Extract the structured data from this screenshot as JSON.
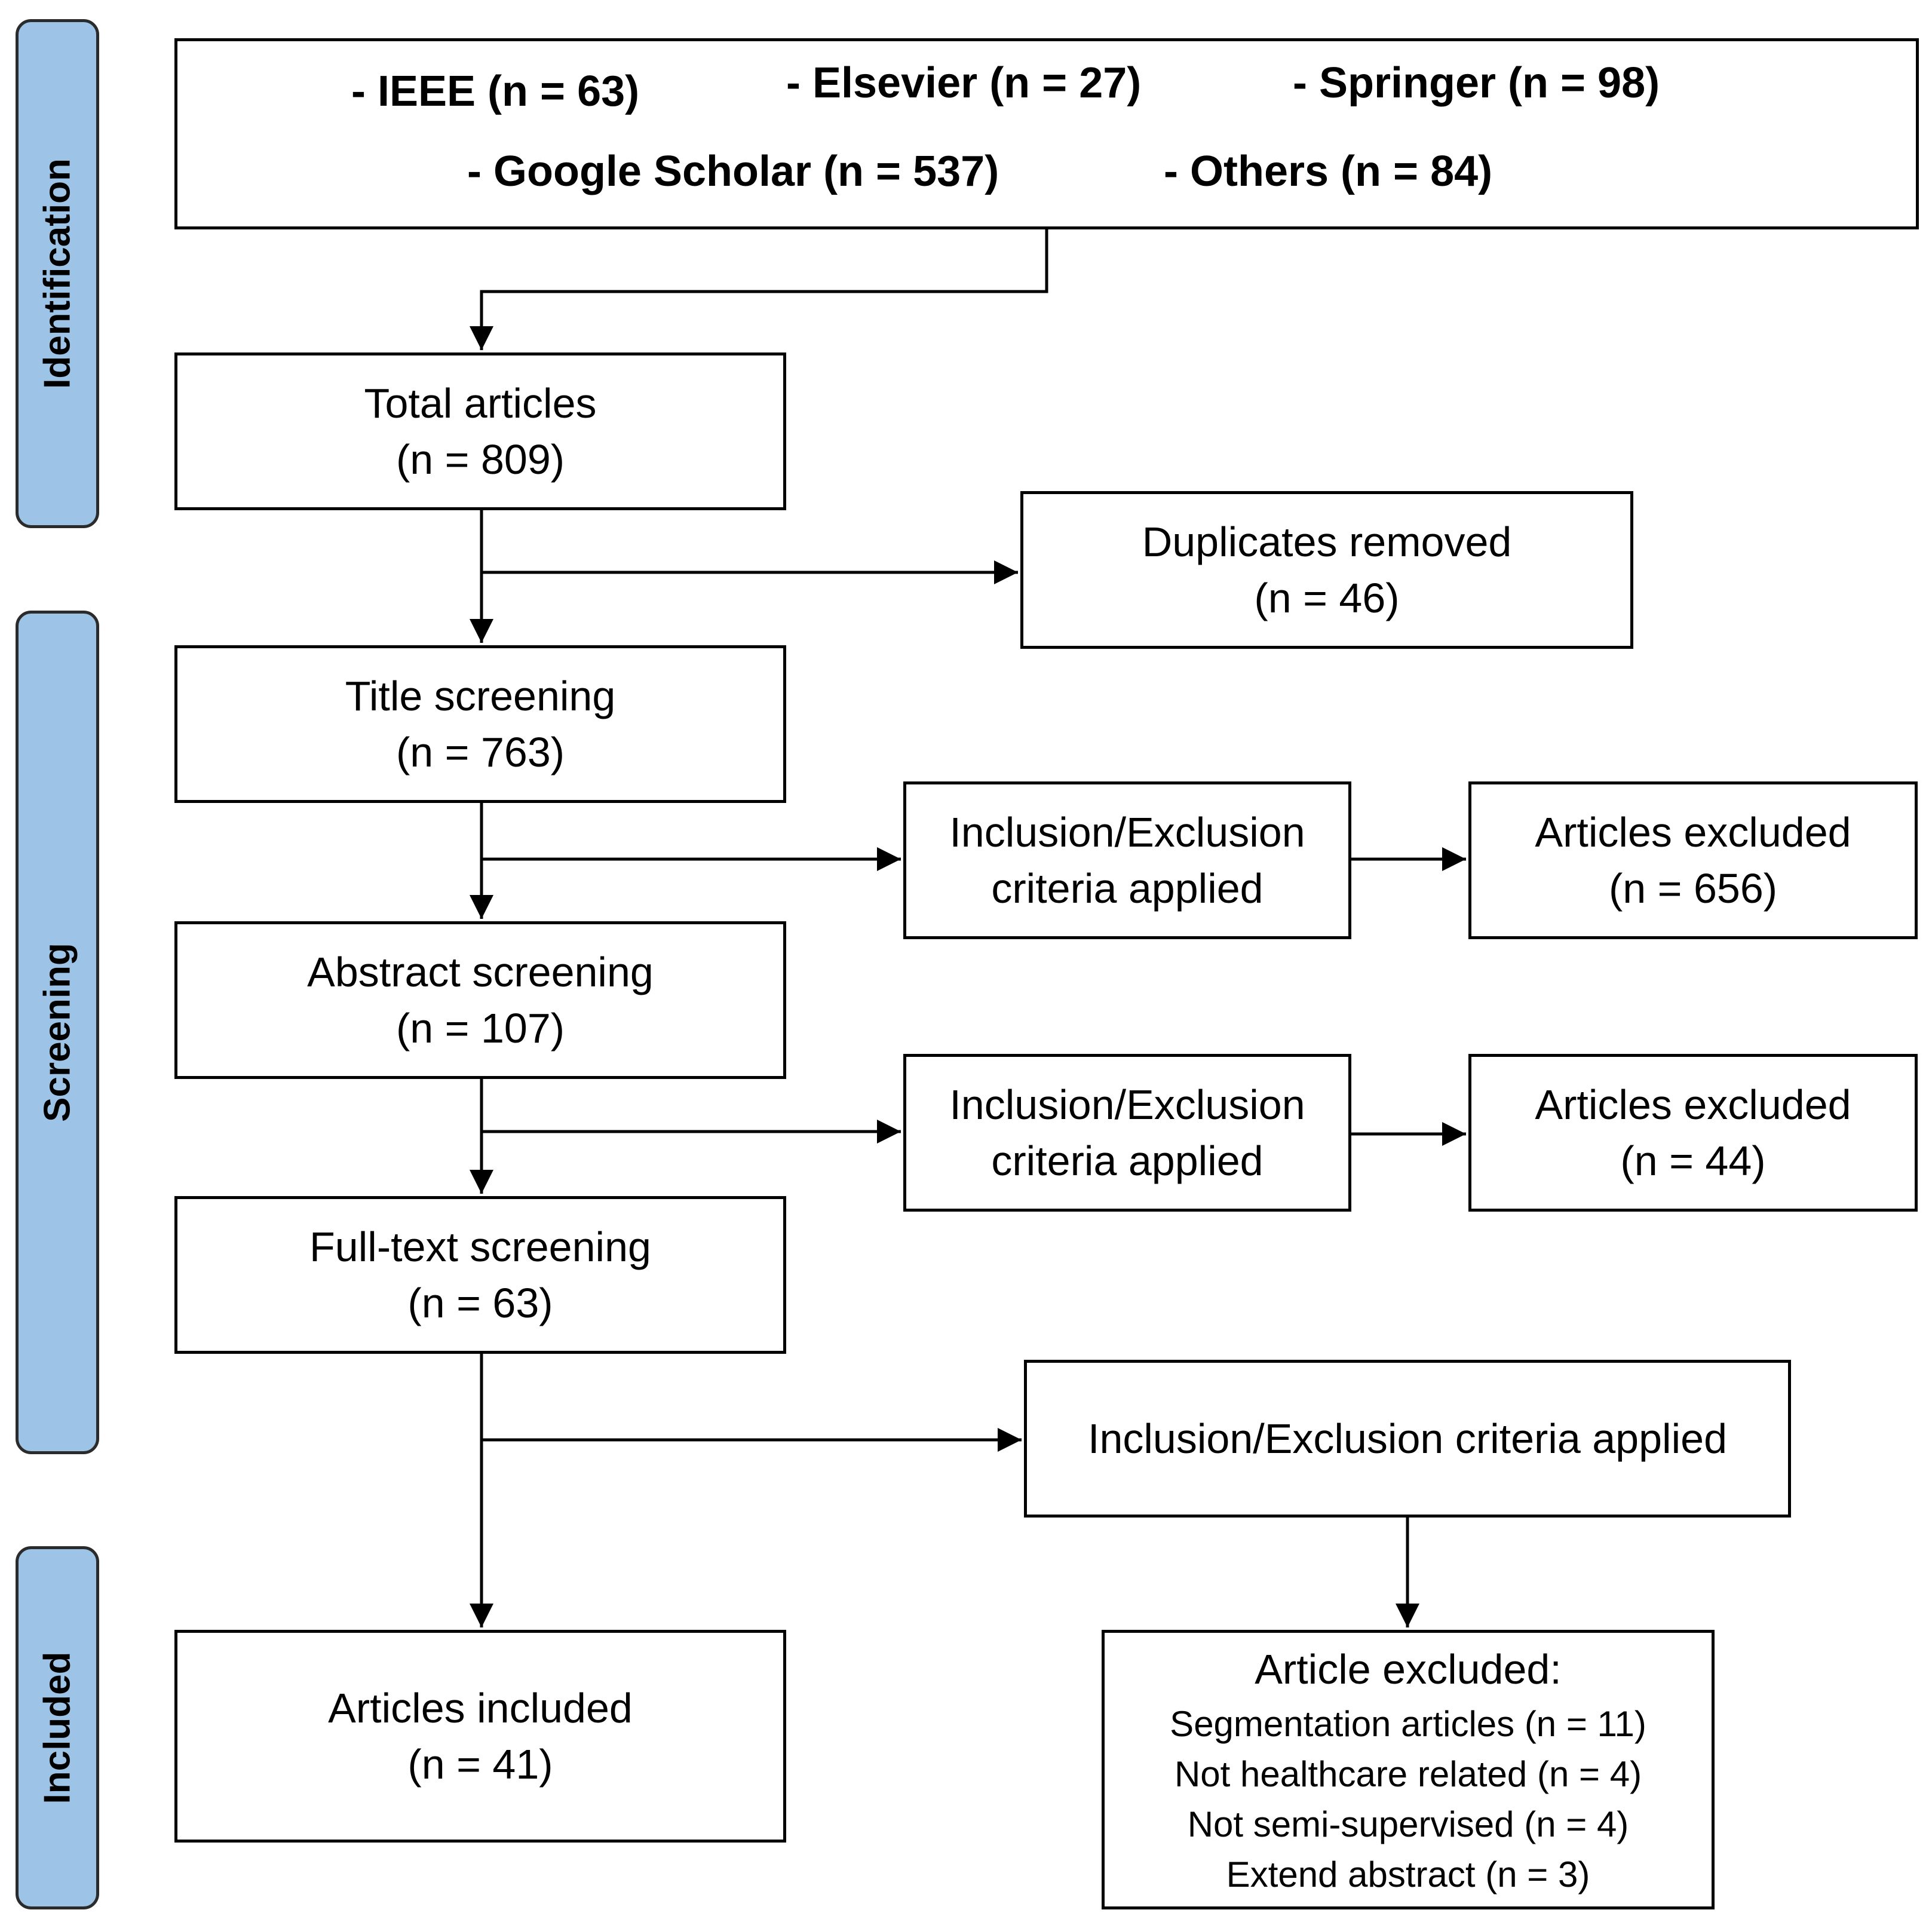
{
  "phases": {
    "identification": "Identification",
    "screening": "Screening",
    "included": "Included"
  },
  "sources": {
    "ieee": "- IEEE (n = 63)",
    "elsevier": "- Elsevier (n = 27)",
    "springer": "- Springer (n = 98)",
    "google_scholar": "- Google Scholar (n = 537)",
    "others": "- Others (n = 84)"
  },
  "total": {
    "label": "Total articles",
    "count": "(n = 809)"
  },
  "duplicates": {
    "label": "Duplicates removed",
    "count": "(n = 46)"
  },
  "title_screening": {
    "label": "Title screening",
    "count": "(n = 763)"
  },
  "criteria_1": {
    "line1": "Inclusion/Exclusion",
    "line2": "criteria applied"
  },
  "excluded_1": {
    "label": "Articles excluded",
    "count": "(n = 656)"
  },
  "abstract_screening": {
    "label": "Abstract screening",
    "count": "(n = 107)"
  },
  "criteria_2": {
    "line1": "Inclusion/Exclusion",
    "line2": "criteria applied"
  },
  "excluded_2": {
    "label": "Articles excluded",
    "count": "(n = 44)"
  },
  "fulltext_screening": {
    "label": "Full-text screening",
    "count": "(n = 63)"
  },
  "criteria_3": {
    "label": "Inclusion/Exclusion criteria applied"
  },
  "included": {
    "label": "Articles included",
    "count": "(n = 41)"
  },
  "excluded_final": {
    "title": "Article excluded:",
    "items": [
      "Segmentation articles (n = 11)",
      "Not healthcare related (n = 4)",
      "Not semi-supervised  (n = 4)",
      "Extend abstract (n = 3)"
    ]
  }
}
